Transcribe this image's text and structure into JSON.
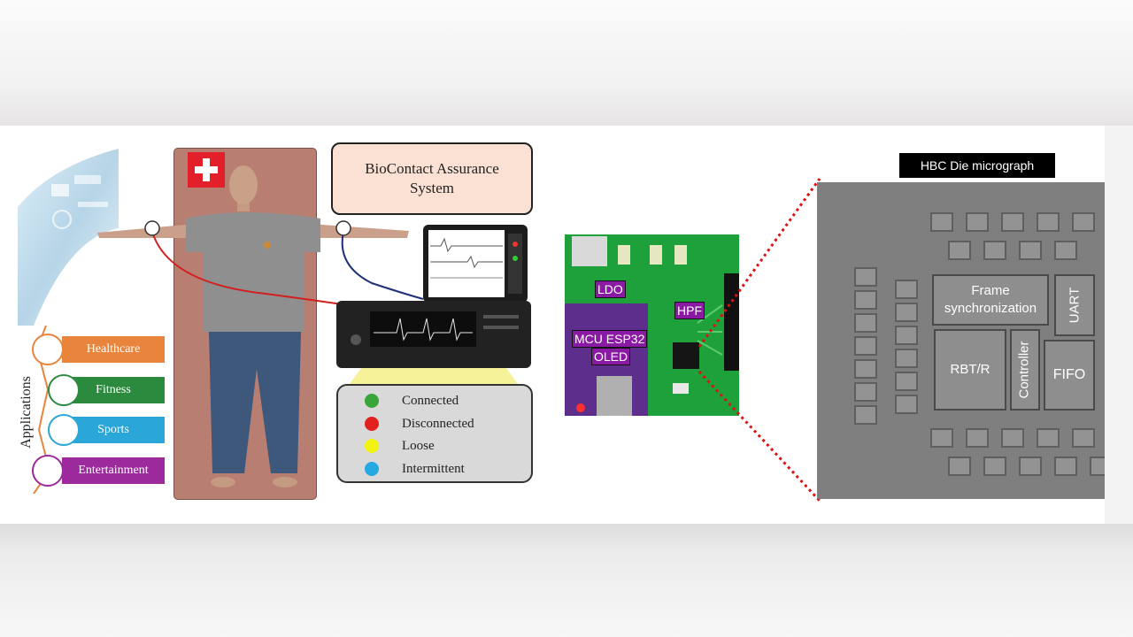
{
  "system_title": "BioContact Assurance System",
  "applications": {
    "title": "Applications",
    "items": [
      {
        "label": "Healthcare",
        "color": "#e8843c"
      },
      {
        "label": "Fitness",
        "color": "#2b8a3e"
      },
      {
        "label": "Sports",
        "color": "#2aa6d8"
      },
      {
        "label": "Entertainment",
        "color": "#9c2a9c"
      }
    ]
  },
  "legend": {
    "items": [
      {
        "label": "Connected",
        "color": "#3aa63a"
      },
      {
        "label": "Disconnected",
        "color": "#e32020"
      },
      {
        "label": "Loose",
        "color": "#f3f312"
      },
      {
        "label": "Intermittent",
        "color": "#26a9e0"
      }
    ]
  },
  "pcb": {
    "labels": {
      "ldo": "LDO",
      "hpf": "HPF",
      "mcu": "MCU ESP32",
      "oled": "OLED"
    }
  },
  "die": {
    "title": "HBC Die micrograph",
    "blocks": {
      "frame_sync": "Frame synchronization",
      "uart": "UART",
      "rbt": "RBT/R",
      "controller": "Controller",
      "fifo": "FIFO"
    }
  }
}
